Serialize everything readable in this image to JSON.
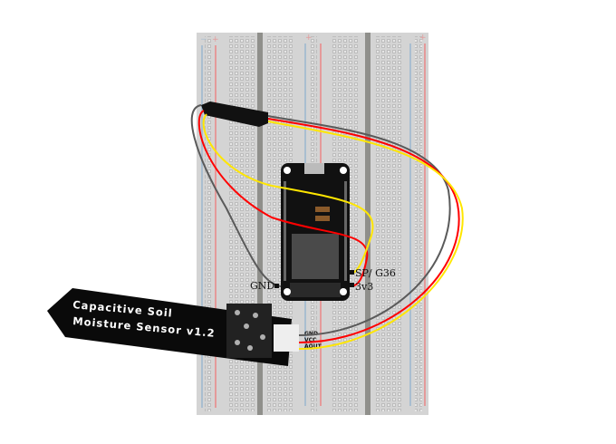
{
  "sensor": {
    "title_line1": "Capacitive Soil",
    "title_line2": "Moisture Sensor v1.2",
    "pins": [
      "GND",
      "VCC",
      "AOUT"
    ]
  },
  "esp32": {
    "pin_labels": {
      "gnd": "GND",
      "gpio": "SP/ G36",
      "power": "3v3"
    }
  },
  "breadboard": {
    "rail_minus": "−",
    "rail_plus": "+"
  },
  "colors": {
    "gnd_wire": "#5a5a5a",
    "vcc_wire": "#ff0000",
    "signal_wire": "#ffe600",
    "breadboard": "#d4d4d4"
  }
}
